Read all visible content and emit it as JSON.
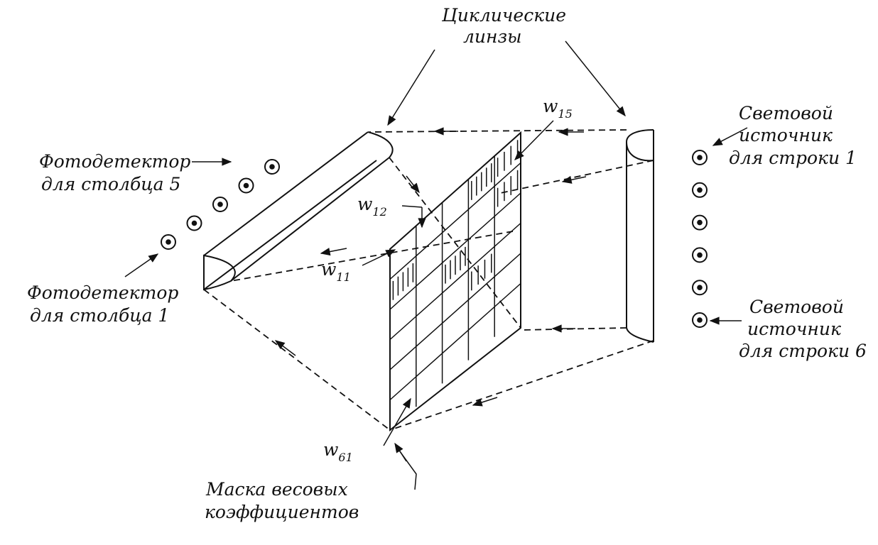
{
  "labels": {
    "lenses_line1": "Циклические",
    "lenses_line2": "линзы",
    "photodetector_col5_line1": "Фотодетектор",
    "photodetector_col5_line2": "для столбца 5",
    "photodetector_col1_line1": "Фотодетектор",
    "photodetector_col1_line2": "для столбца 1",
    "source_row1_line1": "Световой",
    "source_row1_line2": "источник",
    "source_row1_line3": "для строки 1",
    "source_row6_line1": "Световой",
    "source_row6_line2": "источник",
    "source_row6_line3": "для строки 6",
    "mask_line1": "Маска весовых",
    "mask_line2": "коэффициентов"
  },
  "weights": {
    "w15": {
      "base": "w",
      "sub": "15"
    },
    "w12": {
      "base": "w",
      "sub": "12"
    },
    "w11": {
      "base": "w",
      "sub": "11"
    },
    "w61": {
      "base": "w",
      "sub": "61"
    }
  },
  "mask": {
    "rows": 6,
    "columns": 5
  },
  "light_sources": {
    "count": 6
  },
  "photodetectors": {
    "count": 5
  }
}
